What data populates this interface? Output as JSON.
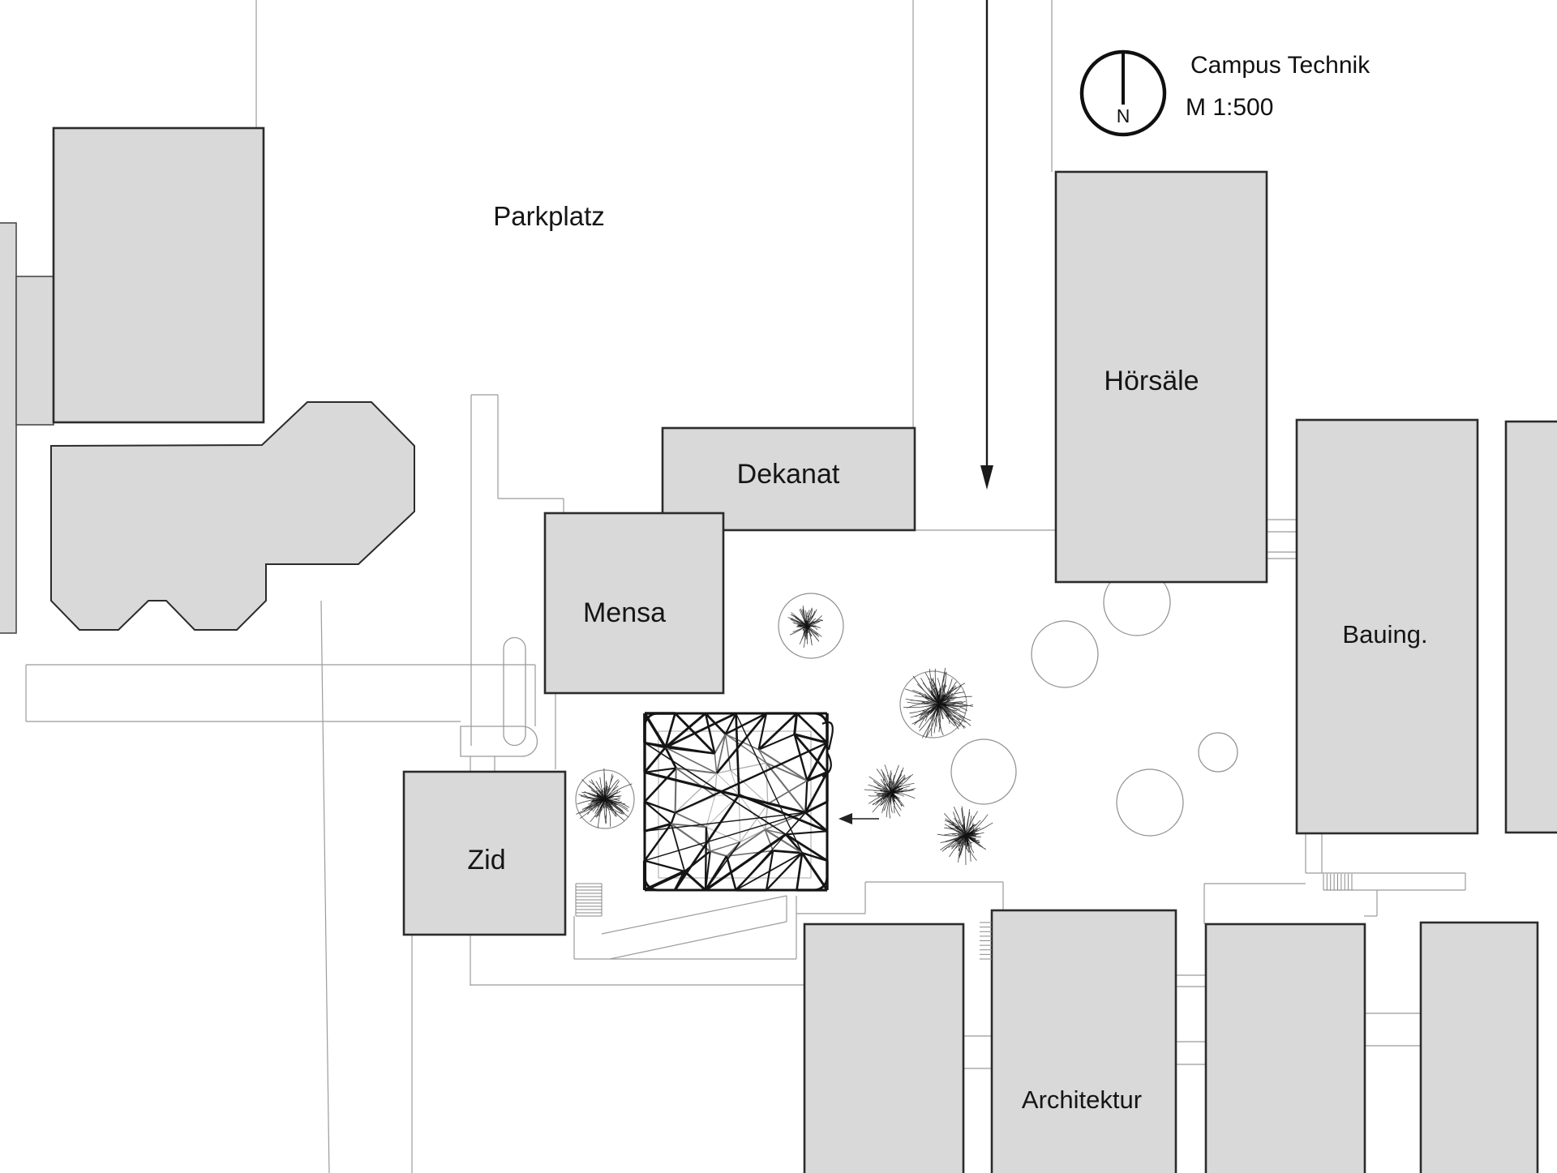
{
  "title": {
    "name": "Campus Technik",
    "scale": "M 1:500",
    "north_label": "N"
  },
  "area_labels": {
    "parkplatz": "Parkplatz"
  },
  "buildings": {
    "dekanat": "Dekanat",
    "mensa": "Mensa",
    "hoersaele": "Hörsäle",
    "bauing": "Bauing.",
    "zid": "Zid",
    "architektur": "Architektur"
  },
  "icons": {
    "north_indicator": "compass-circle-icon",
    "entrance_arrow": "arrow-down-icon",
    "pavilion_pointer": "arrow-left-icon"
  },
  "colors": {
    "background": "#ffffff",
    "building_fill": "#d9d9d9",
    "building_stroke": "#2b2b2b",
    "path_line": "#9b9b9b",
    "ink": "#141414"
  }
}
